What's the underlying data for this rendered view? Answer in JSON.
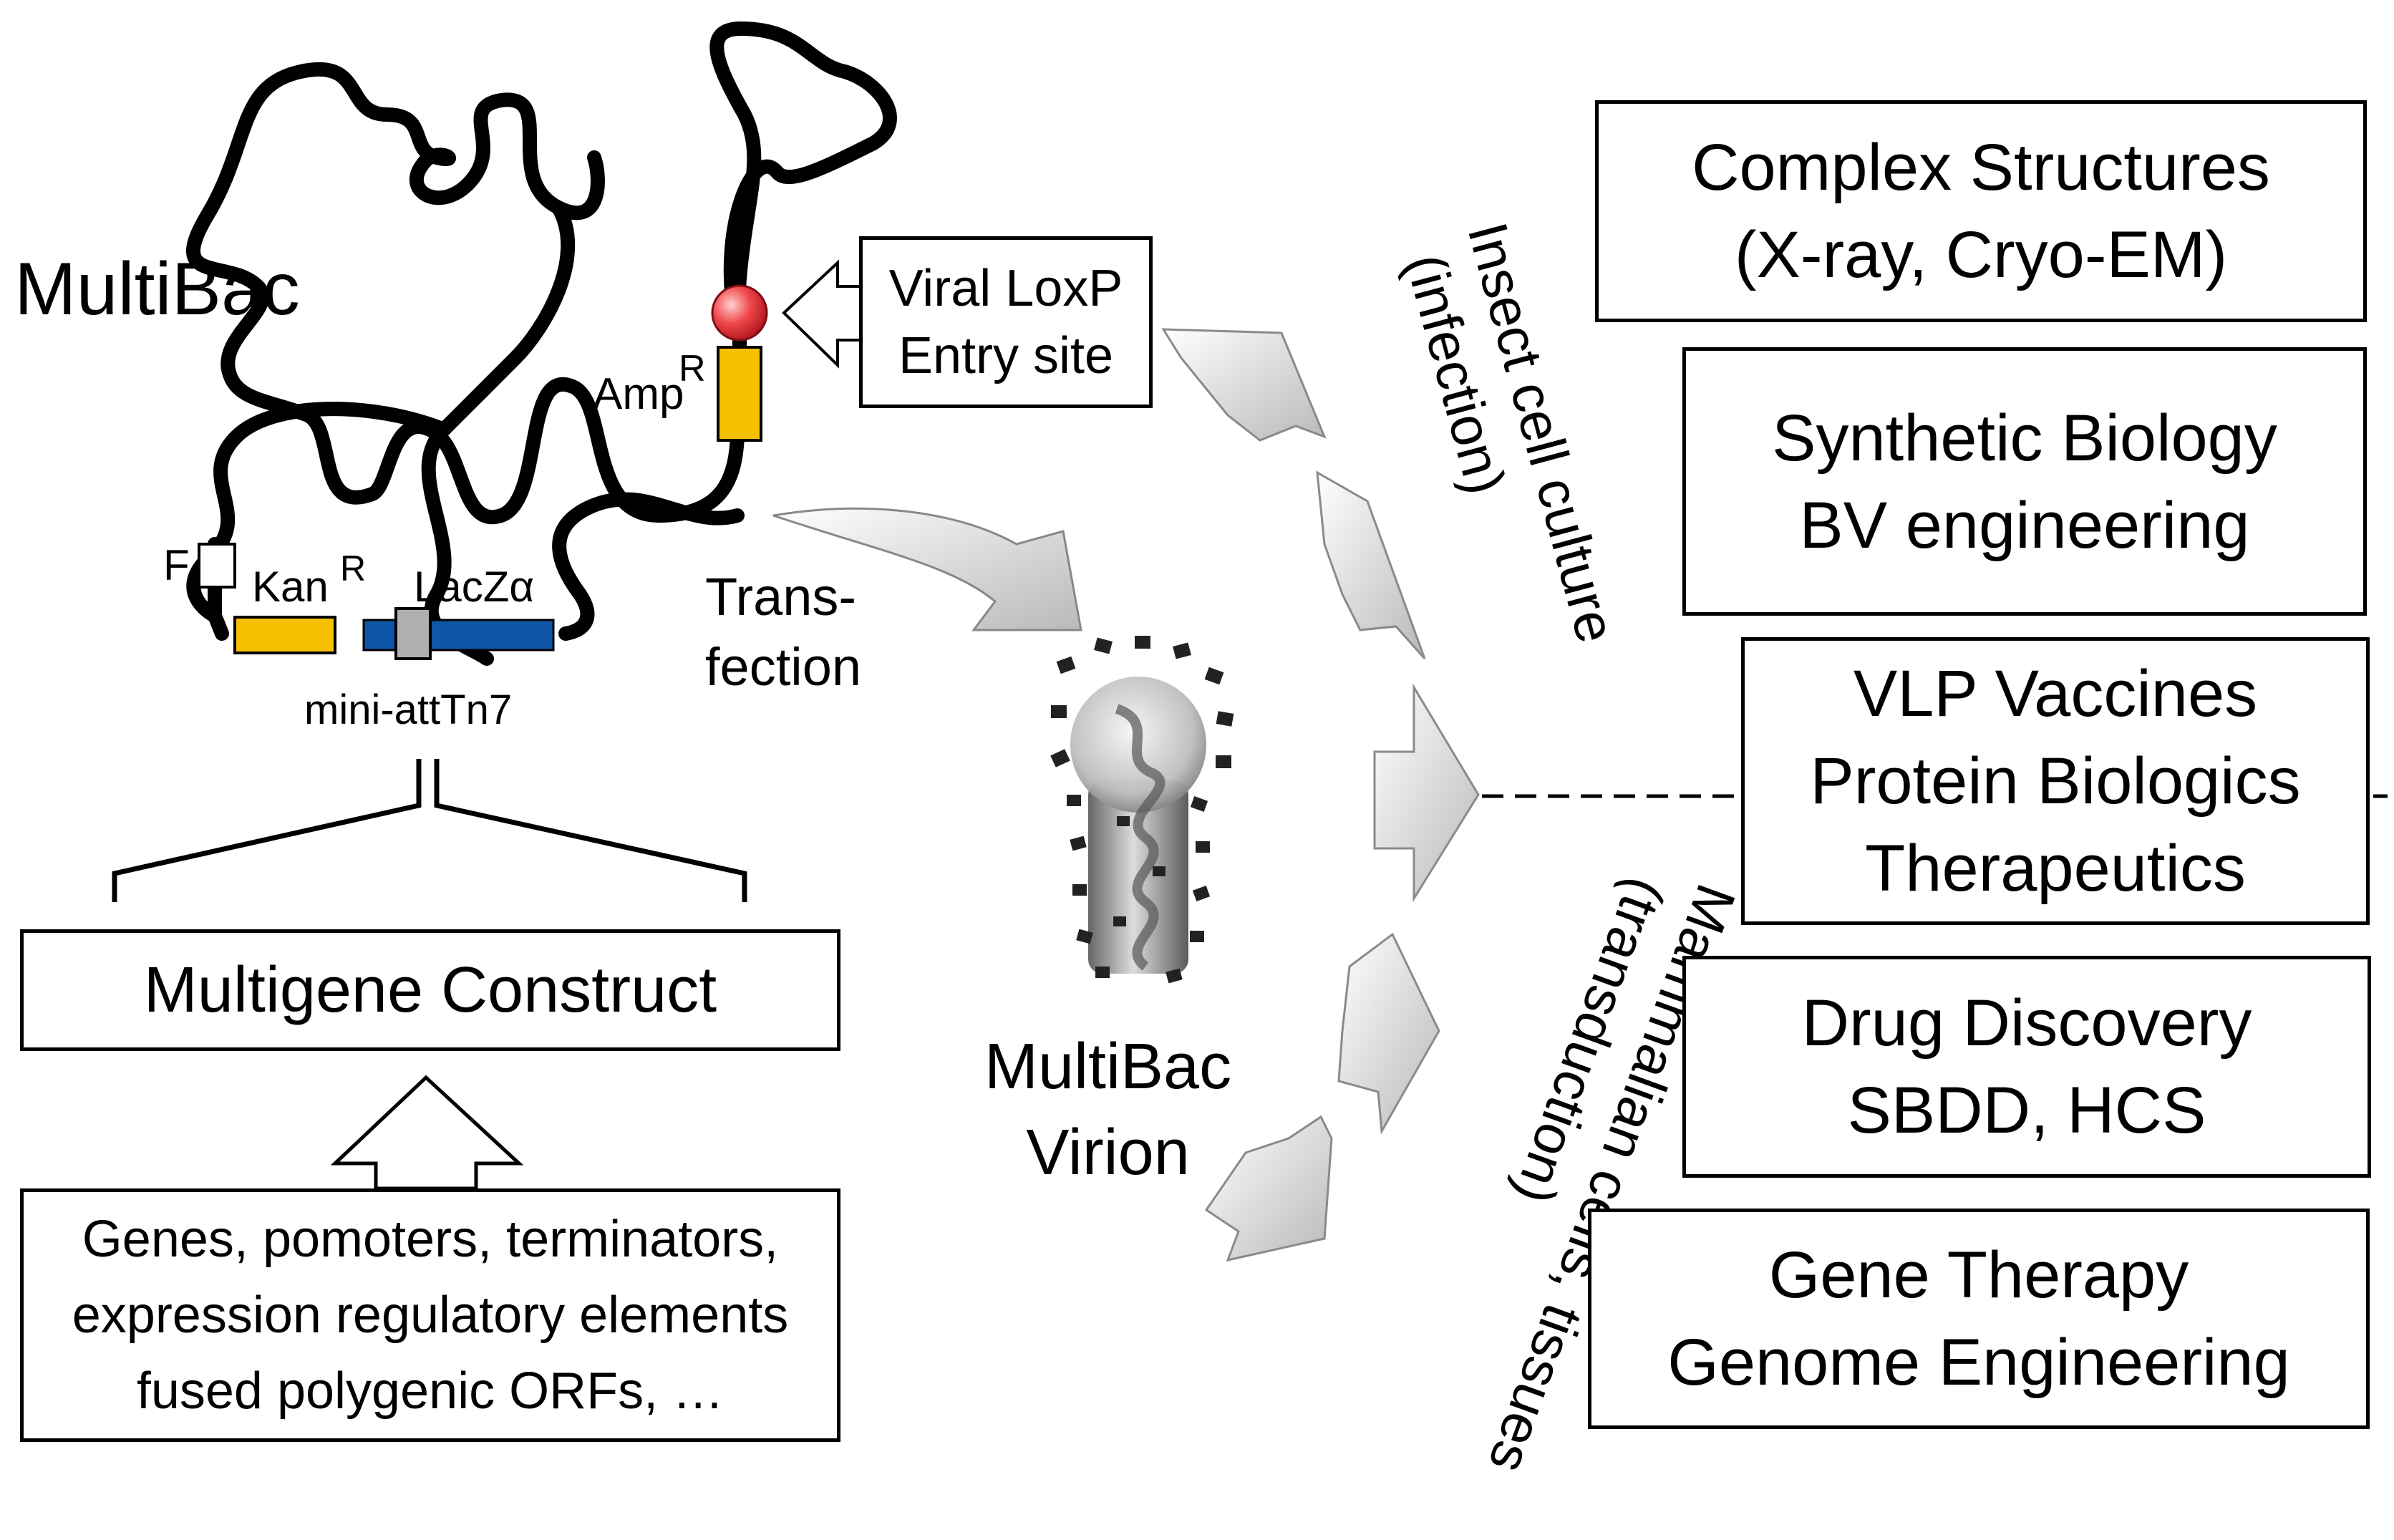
{
  "bacmid": {
    "name": "MultiBac",
    "amp_resistance": {
      "base": "Amp",
      "sup": "R"
    },
    "kan_resistance": {
      "base": "Kan",
      "sup": "R"
    },
    "f_origin": "F",
    "lacz": "LacZα",
    "site": "mini-attTn7",
    "entry_site": [
      "Viral LoxP",
      "Entry site"
    ]
  },
  "construct": {
    "title": "Multigene Construct",
    "components": [
      "Genes, pomoters, terminators,",
      "expression regulatory elements",
      "fused polygenic ORFs, …"
    ]
  },
  "transfection": [
    "Trans-",
    "fection"
  ],
  "virion": [
    "MultiBac",
    "Virion"
  ],
  "routes": {
    "insect": [
      "Insect cell culture",
      "(infection)"
    ],
    "mammalian": [
      "Mammalian cells, tissues",
      "(transduction)"
    ]
  },
  "applications": [
    {
      "lines": [
        "Complex Structures",
        "(X-ray, Cryo-EM)"
      ]
    },
    {
      "lines": [
        "Synthetic Biology",
        "BV engineering"
      ]
    },
    {
      "lines": [
        "VLP Vaccines",
        "Protein Biologics",
        "Therapeutics"
      ]
    },
    {
      "lines": [
        "Drug Discovery",
        "SBDD, HCS"
      ]
    },
    {
      "lines": [
        "Gene Therapy",
        "Genome Engineering"
      ]
    }
  ],
  "colors": {
    "resistance_marker": "#f5c000",
    "lacz_bar": "#0f55a8",
    "loxp_site": "#e8353b",
    "arrow_fill": "#c8c8c8",
    "virion_gray": "#8a8a8a"
  }
}
